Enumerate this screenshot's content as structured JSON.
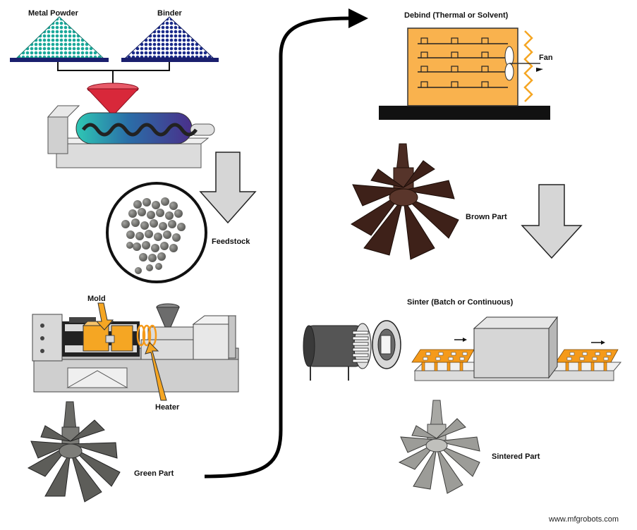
{
  "labels": {
    "metal_powder": "Metal Powder",
    "binder": "Binder",
    "feedstock": "Feedstock",
    "mold": "Mold",
    "heater": "Heater",
    "green_part": "Green Part",
    "debind": "Debind (Thermal or Solvent)",
    "fan": "Fan",
    "brown_part": "Brown Part",
    "sinter": "Sinter (Batch or Continuous)",
    "sintered_part": "Sintered Part"
  },
  "watermark": "www.mfgrobots.com",
  "colors": {
    "metal_powder": "#1aa89a",
    "binder": "#1a2a8a",
    "base_bar": "#1a1f6e",
    "hopper": "#d8283a",
    "furnace_orange": "#f9b24e",
    "heater_orange": "#f5a623",
    "machine_gray": "#dcdcdc",
    "arrow_gray": "#d6d6d6",
    "brown_part": "#4a2b22",
    "green_part": "#6a6a66",
    "sintered_part": "#a8a8a4"
  }
}
